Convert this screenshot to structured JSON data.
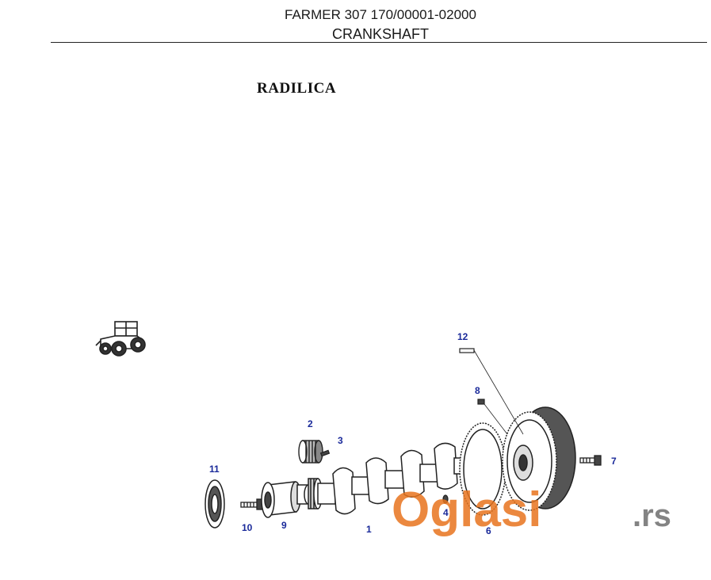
{
  "header": {
    "model_line": "FARMER 307 170/00001-02000",
    "section_title": "CRANKSHAFT"
  },
  "subtitle": "RADILICA",
  "callouts": [
    {
      "id": "1",
      "label": "1"
    },
    {
      "id": "2",
      "label": "2"
    },
    {
      "id": "3",
      "label": "3"
    },
    {
      "id": "4",
      "label": "4"
    },
    {
      "id": "6",
      "label": "6"
    },
    {
      "id": "7",
      "label": "7"
    },
    {
      "id": "8",
      "label": "8"
    },
    {
      "id": "9",
      "label": "9"
    },
    {
      "id": "10",
      "label": "10"
    },
    {
      "id": "11",
      "label": "11"
    },
    {
      "id": "12",
      "label": "12"
    }
  ],
  "watermark": {
    "brand": "Oglasi",
    "tld": ".rs",
    "color": "#e8741e"
  },
  "icons": {
    "tractor": "tractor-icon"
  },
  "colors": {
    "callout": "#1a2a9a",
    "line_art": "#222222"
  }
}
